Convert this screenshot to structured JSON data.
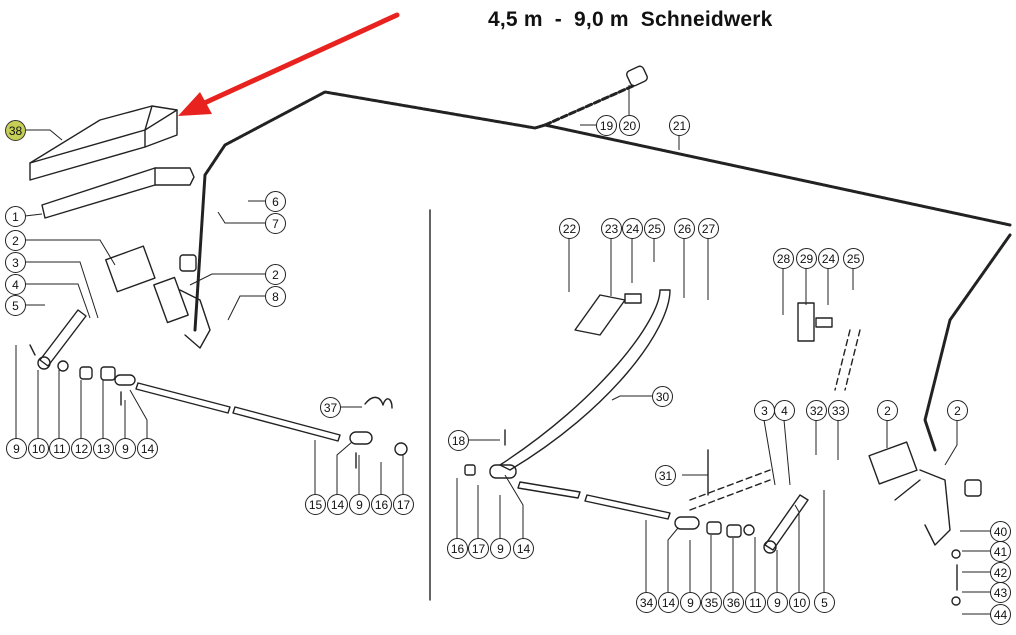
{
  "title": "4,5 m  -  9,0 m  Schneidwerk",
  "highlight_color": "#c6cf55",
  "arrow_color": "#e8231f",
  "highlighted_part": "38",
  "callouts": [
    {
      "id": "c38",
      "label": "38",
      "highlight": true
    },
    {
      "id": "c1",
      "label": "1"
    },
    {
      "id": "c2a",
      "label": "2"
    },
    {
      "id": "c3a",
      "label": "3"
    },
    {
      "id": "c4a",
      "label": "4"
    },
    {
      "id": "c5a",
      "label": "5"
    },
    {
      "id": "c6",
      "label": "6"
    },
    {
      "id": "c7",
      "label": "7"
    },
    {
      "id": "c2b",
      "label": "2"
    },
    {
      "id": "c8",
      "label": "8"
    },
    {
      "id": "c9a",
      "label": "9"
    },
    {
      "id": "c10a",
      "label": "10"
    },
    {
      "id": "c11a",
      "label": "11"
    },
    {
      "id": "c12",
      "label": "12"
    },
    {
      "id": "c13",
      "label": "13"
    },
    {
      "id": "c9b",
      "label": "9"
    },
    {
      "id": "c14a",
      "label": "14"
    },
    {
      "id": "c37",
      "label": "37"
    },
    {
      "id": "c15",
      "label": "15"
    },
    {
      "id": "c14b",
      "label": "14"
    },
    {
      "id": "c9c",
      "label": "9"
    },
    {
      "id": "c16a",
      "label": "16"
    },
    {
      "id": "c17a",
      "label": "17"
    },
    {
      "id": "c19",
      "label": "19"
    },
    {
      "id": "c20",
      "label": "20"
    },
    {
      "id": "c21",
      "label": "21"
    },
    {
      "id": "c22",
      "label": "22"
    },
    {
      "id": "c23",
      "label": "23"
    },
    {
      "id": "c24a",
      "label": "24"
    },
    {
      "id": "c25a",
      "label": "25"
    },
    {
      "id": "c26",
      "label": "26"
    },
    {
      "id": "c27",
      "label": "27"
    },
    {
      "id": "c28",
      "label": "28"
    },
    {
      "id": "c29",
      "label": "29"
    },
    {
      "id": "c24b",
      "label": "24"
    },
    {
      "id": "c25b",
      "label": "25"
    },
    {
      "id": "c30",
      "label": "30"
    },
    {
      "id": "c18",
      "label": "18"
    },
    {
      "id": "c31",
      "label": "31"
    },
    {
      "id": "c16b",
      "label": "16"
    },
    {
      "id": "c17b",
      "label": "17"
    },
    {
      "id": "c9d",
      "label": "9"
    },
    {
      "id": "c14c",
      "label": "14"
    },
    {
      "id": "c3b",
      "label": "3"
    },
    {
      "id": "c4b",
      "label": "4"
    },
    {
      "id": "c32",
      "label": "32"
    },
    {
      "id": "c33",
      "label": "33"
    },
    {
      "id": "c2c",
      "label": "2"
    },
    {
      "id": "c2d",
      "label": "2"
    },
    {
      "id": "c40",
      "label": "40"
    },
    {
      "id": "c41",
      "label": "41"
    },
    {
      "id": "c42",
      "label": "42"
    },
    {
      "id": "c43",
      "label": "43"
    },
    {
      "id": "c44",
      "label": "44"
    },
    {
      "id": "c34",
      "label": "34"
    },
    {
      "id": "c14d",
      "label": "14"
    },
    {
      "id": "c9e",
      "label": "9"
    },
    {
      "id": "c35",
      "label": "35"
    },
    {
      "id": "c36",
      "label": "36"
    },
    {
      "id": "c11b",
      "label": "11"
    },
    {
      "id": "c9f",
      "label": "9"
    },
    {
      "id": "c10b",
      "label": "10"
    },
    {
      "id": "c5b",
      "label": "5"
    }
  ]
}
